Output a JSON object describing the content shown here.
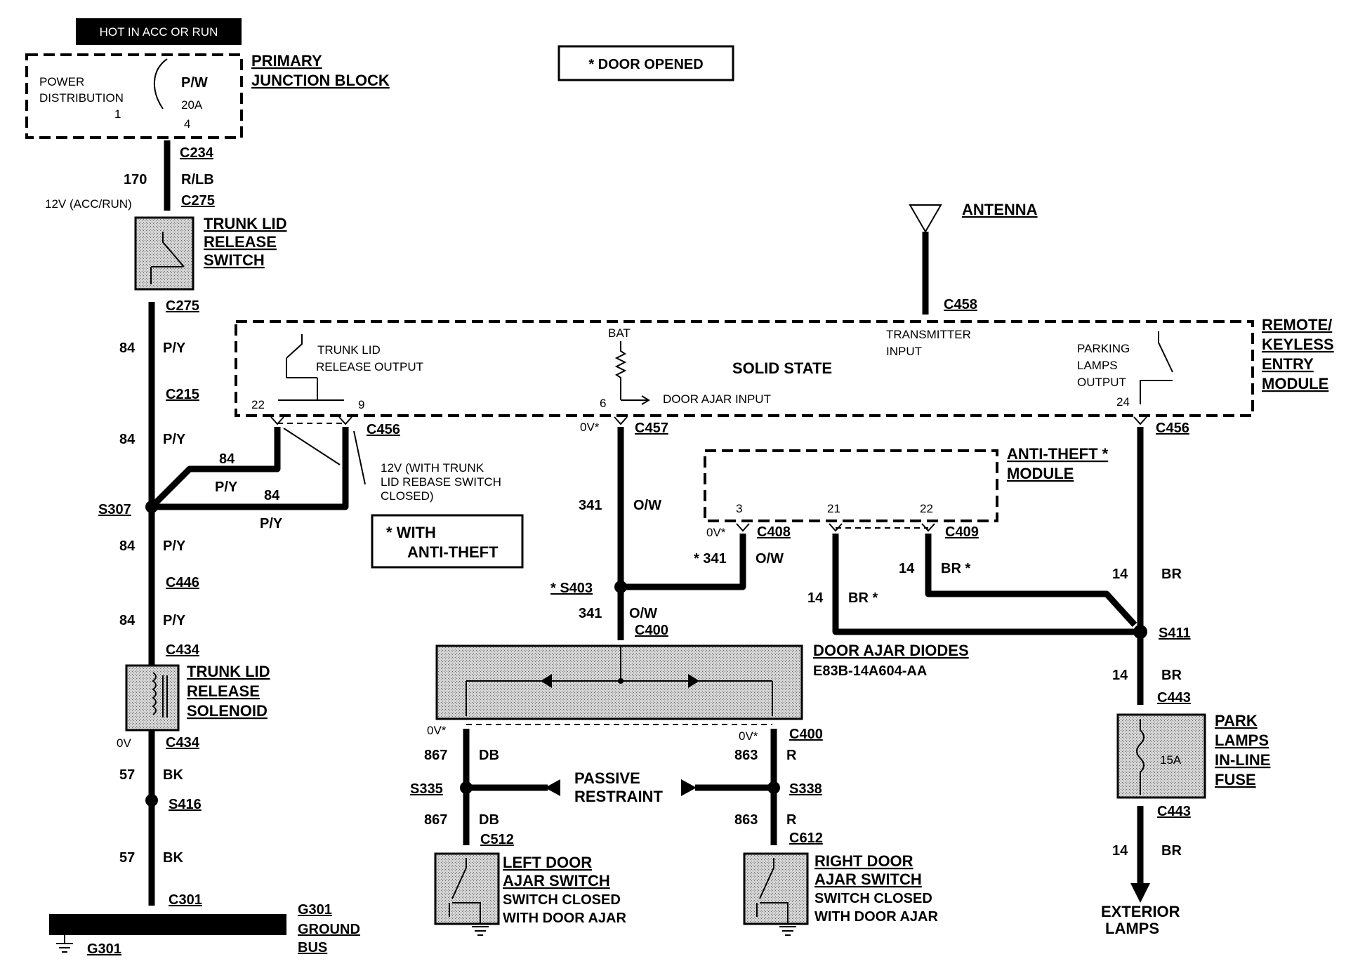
{
  "header": {
    "hot_label": "HOT IN ACC OR RUN",
    "legend_door_opened": "* DOOR OPENED",
    "legend_with": "* WITH",
    "legend_anti_theft": "ANTI-THEFT"
  },
  "junction_block": {
    "name_line1": "PRIMARY",
    "name_line2": "JUNCTION BLOCK",
    "internal_line1": "POWER",
    "internal_line2": "DISTRIBUTION",
    "wire": "P/W",
    "fuse": "20A",
    "pin_left": "1",
    "pin_right": "4"
  },
  "left_circuit": {
    "c234": "C234",
    "circuit_170": "170",
    "color_rlb": "R/LB",
    "voltage_12v": "12V (ACC/RUN)",
    "c275_top": "C275",
    "trunk_switch_line1": "TRUNK LID",
    "trunk_switch_line2": "RELEASE",
    "trunk_switch_line3": "SWITCH",
    "c275_bottom": "C275",
    "circuit_84": "84",
    "color_py": "P/Y",
    "c215": "C215",
    "s307": "S307",
    "c446": "C446",
    "c434_top": "C434",
    "solenoid_line1": "TRUNK LID",
    "solenoid_line2": "RELEASE",
    "solenoid_line3": "SOLENOID",
    "zero_v": "0V",
    "c434_bottom": "C434",
    "circuit_57": "57",
    "color_bk": "BK",
    "s416": "S416",
    "c301": "C301",
    "g301_top": "G301",
    "ground_line1": "GROUND",
    "ground_line2": "BUS",
    "g301_bottom": "G301"
  },
  "module": {
    "name_line1": "REMOTE/",
    "name_line2": "KEYLESS",
    "name_line3": "ENTRY",
    "name_line4": "MODULE",
    "solid_state": "SOLID STATE",
    "trunk_out_line1": "TRUNK LID",
    "trunk_out_line2": "RELEASE OUTPUT",
    "bat": "BAT",
    "door_ajar_input": "DOOR AJAR INPUT",
    "transmitter_line1": "TRANSMITTER",
    "transmitter_line2": "INPUT",
    "parking_line1": "PARKING",
    "parking_line2": "LAMPS",
    "parking_line3": "OUTPUT",
    "pin_22": "22",
    "pin_9": "9",
    "pin_6": "6",
    "pin_24": "24",
    "antenna": "ANTENNA",
    "c458": "C458",
    "c456_left": "C456",
    "c456_right": "C456",
    "note_12v_line1": "12V (WITH TRUNK",
    "note_12v_line2": "LID REBASE SWITCH",
    "note_12v_line3": "CLOSED)"
  },
  "middle_circuit": {
    "zero_v_star": "0V*",
    "c457": "C457",
    "circuit_341": "341",
    "color_ow": "O/W",
    "s403": "* S403",
    "c400_top": "C400",
    "circuit_341_star": "* 341",
    "c408": "C408",
    "diodes_name": "DOOR AJAR DIODES",
    "diodes_part": "E83B-14A604-AA",
    "c400_right": "C400",
    "circuit_867": "867",
    "color_db": "DB",
    "circuit_863": "863",
    "color_r": "R",
    "s335": "S335",
    "s338": "S338",
    "passive_line1": "PASSIVE",
    "passive_line2": "RESTRAINT",
    "c512": "C512",
    "c612": "C612",
    "left_switch_line1": "LEFT DOOR",
    "left_switch_line2": "AJAR SWITCH",
    "left_switch_line3": "SWITCH CLOSED",
    "left_switch_line4": "WITH DOOR AJAR",
    "right_switch_line1": "RIGHT DOOR",
    "right_switch_line2": "AJAR SWITCH",
    "right_switch_line3": "SWITCH CLOSED",
    "right_switch_line4": "WITH DOOR AJAR"
  },
  "anti_theft": {
    "name_line1": "ANTI-THEFT *",
    "name_line2": "MODULE",
    "pin_3": "3",
    "pin_21": "21",
    "pin_22": "22",
    "c409": "C409"
  },
  "right_circuit": {
    "circuit_14": "14",
    "color_br": "BR",
    "color_br_star": "BR *",
    "s411": "S411",
    "c443_top": "C443",
    "fuse_name_line1": "PARK",
    "fuse_name_line2": "LAMPS",
    "fuse_name_line3": "IN-LINE",
    "fuse_name_line4": "FUSE",
    "fuse_rating": "15A",
    "c443_bottom": "C443",
    "exterior_line1": "EXTERIOR",
    "exterior_line2": "LAMPS"
  }
}
